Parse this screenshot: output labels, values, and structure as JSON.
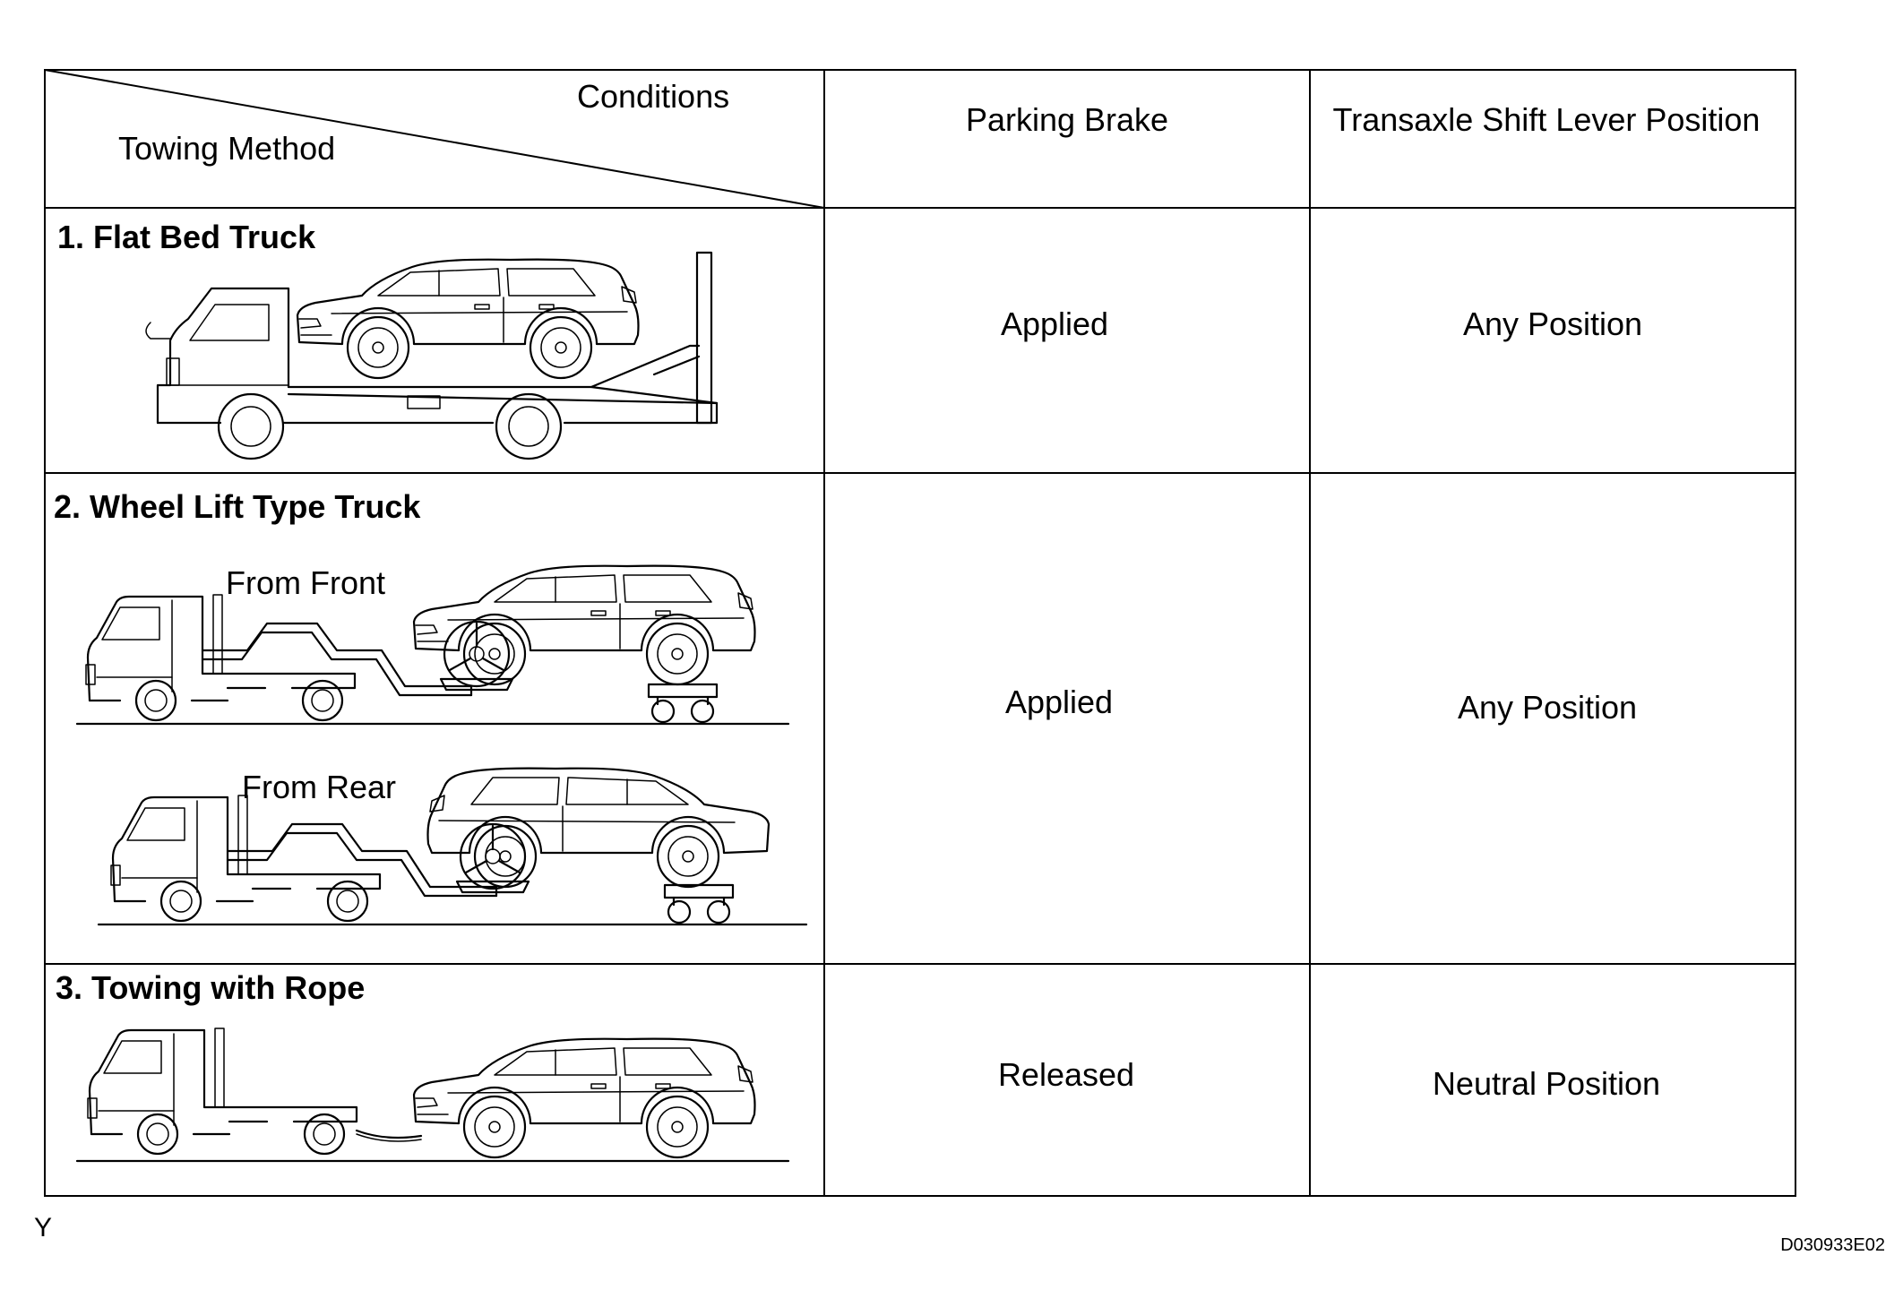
{
  "header": {
    "conditions_label": "Conditions",
    "towing_method_label": "Towing Method",
    "parking_brake_label": "Parking Brake",
    "shift_lever_label": "Transaxle Shift Lever Position"
  },
  "rows": [
    {
      "title": "1. Flat Bed Truck",
      "parking_brake": "Applied",
      "shift_position": "Any Position"
    },
    {
      "title": "2. Wheel Lift Type Truck",
      "sub_labels": [
        "From Front",
        "From Rear"
      ],
      "parking_brake": "Applied",
      "shift_position": "Any Position"
    },
    {
      "title": "3. Towing with Rope",
      "parking_brake": "Released",
      "shift_position": "Neutral Position"
    }
  ],
  "footer": {
    "left_code": "Y",
    "figure_id": "D030933E02"
  }
}
